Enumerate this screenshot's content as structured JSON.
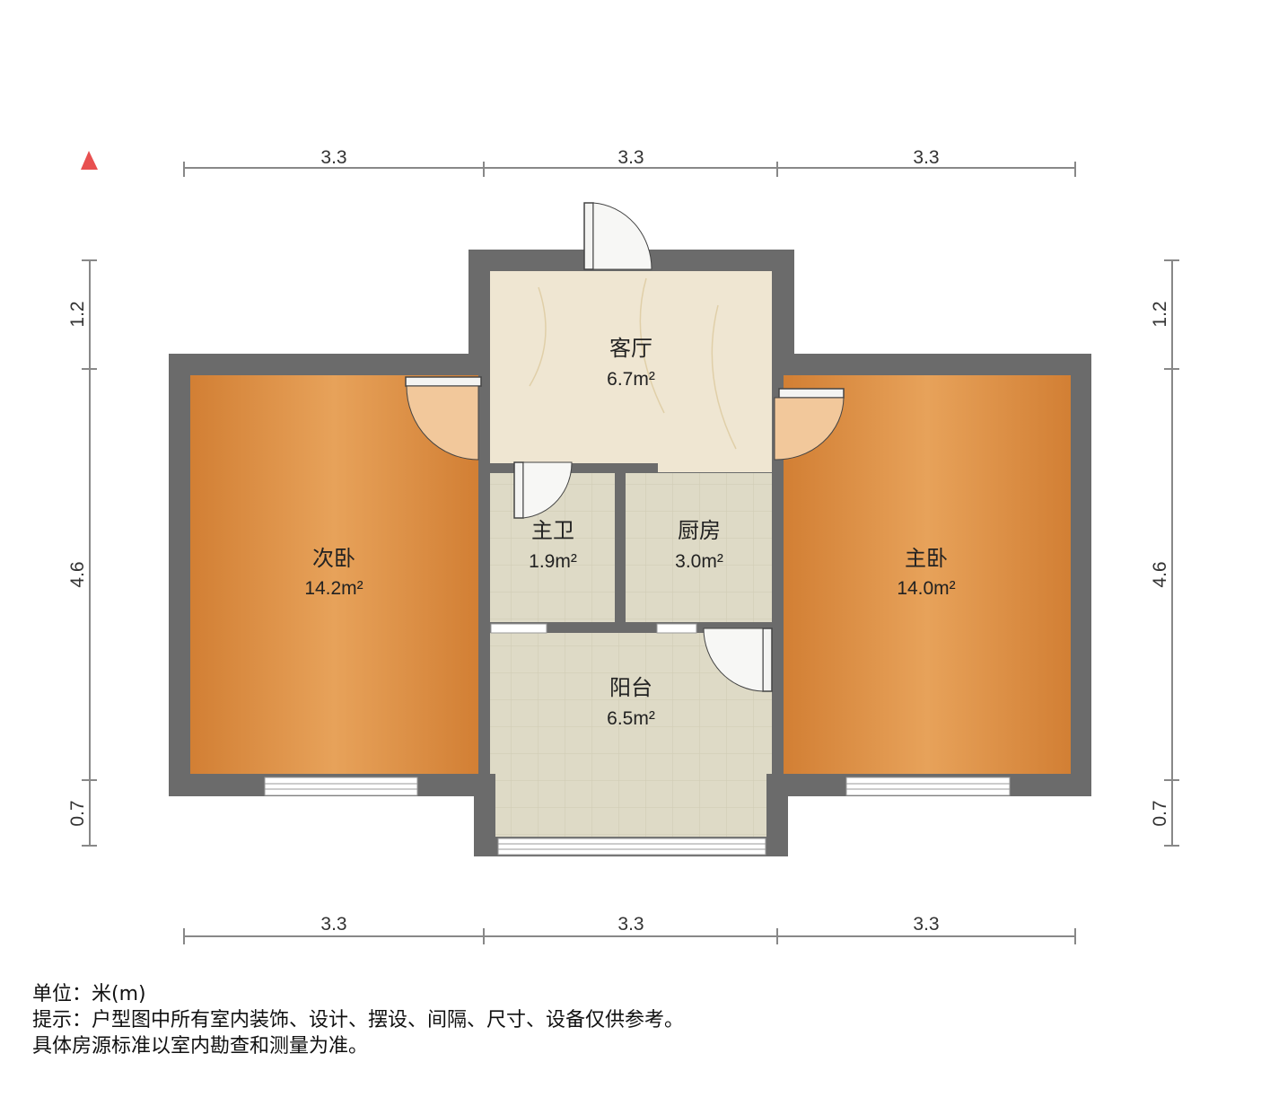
{
  "colors": {
    "wall": "#6b6b6b",
    "wood_floor": "#d98b3c",
    "marble_floor": "#efe6d2",
    "tile_floor": "#dcd8c3",
    "north_marker": "#e85050",
    "dimension_line": "#888888"
  },
  "north_marker_icon": "north-arrow-triangle",
  "dimensions": {
    "top": [
      "3.3",
      "3.3",
      "3.3"
    ],
    "bottom": [
      "3.3",
      "3.3",
      "3.3"
    ],
    "left": [
      "1.2",
      "4.6",
      "0.7"
    ],
    "right": [
      "1.2",
      "4.6",
      "0.7"
    ]
  },
  "rooms": {
    "living": {
      "name": "客厅",
      "area": "6.7m²"
    },
    "second_bedroom": {
      "name": "次卧",
      "area": "14.2m²"
    },
    "master_bedroom": {
      "name": "主卧",
      "area": "14.0m²"
    },
    "bathroom": {
      "name": "主卫",
      "area": "1.9m²"
    },
    "kitchen": {
      "name": "厨房",
      "area": "3.0m²"
    },
    "balcony": {
      "name": "阳台",
      "area": "6.5m²"
    }
  },
  "notes": {
    "unit": "单位：米(m)",
    "hint": "提示：户型图中所有室内装饰、设计、摆设、间隔、尺寸、设备仅供参考。",
    "disclaimer": "具体房源标准以室内勘查和测量为准。"
  }
}
